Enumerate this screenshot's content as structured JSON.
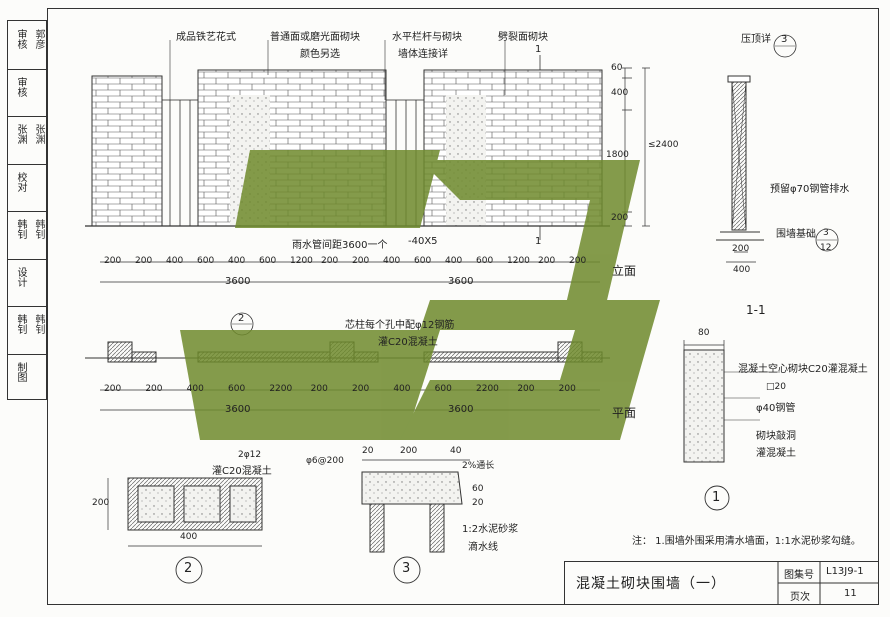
{
  "sidebar": {
    "cells": [
      {
        "label": "审核",
        "sign": "郭彦"
      },
      {
        "label": "审核",
        "sign": ""
      },
      {
        "label": "张渊",
        "sign": "张渊"
      },
      {
        "label": "校对",
        "sign": ""
      },
      {
        "label": "韩钊",
        "sign": "韩钊"
      },
      {
        "label": "设计",
        "sign": ""
      },
      {
        "label": "韩钊",
        "sign": "韩钊"
      },
      {
        "label": "制图",
        "sign": ""
      }
    ]
  },
  "elevation": {
    "callouts": {
      "iron_fence": "成品铁艺花式",
      "facing_block": "普通面或磨光面砌块",
      "color_note": "颜色另选",
      "railing_joint": "水平栏杆与砌块",
      "wall_joint": "墙体连接详",
      "split_block": "劈裂面砌块",
      "drain_pipe": "雨水管间距3600一个",
      "bar": "-40X5",
      "section_mark": "1"
    },
    "dims_top": [
      "200",
      "200",
      "400",
      "600",
      "400",
      "600",
      "1200",
      "200",
      "200",
      "400",
      "600",
      "400",
      "600",
      "1200",
      "200",
      "200"
    ],
    "dims_total": [
      "3600",
      "3600"
    ],
    "dims_vert": [
      "60",
      "400",
      "1800",
      "≤2400",
      "200"
    ],
    "label": "立面"
  },
  "plan": {
    "callouts": {
      "core_column": "芯柱每个孔中配φ12钢筋",
      "grout": "灌C20混凝土"
    },
    "dims": [
      "200",
      "200",
      "400",
      "600",
      "2200",
      "200",
      "200",
      "400",
      "600",
      "2200",
      "200",
      "200"
    ],
    "dims_total": [
      "3600",
      "3600"
    ],
    "label": "平面"
  },
  "section_1": {
    "top_note": "压顶详",
    "pipe_note": "预留φ70钢管排水",
    "foundation": "围墙基础",
    "dims": [
      "200",
      "400"
    ],
    "label": "1-1",
    "ref_top": "3",
    "ref_bot": "3",
    "ref_bot_sheet": "12"
  },
  "detail_1": {
    "dim": "80",
    "notes": [
      "混凝土空心砌块C20灌混凝土",
      "□20",
      "φ40钢管",
      "砌块敲洞",
      "灌混凝土"
    ],
    "number": "1"
  },
  "detail_2": {
    "rebar": "2φ12",
    "grout": "灌C20混凝土",
    "height": "200",
    "width": "400",
    "number": "2"
  },
  "detail_3": {
    "stirrup": "φ6@200",
    "dims": [
      "20",
      "200",
      "40"
    ],
    "long_bar": "2%通长",
    "vert": [
      "60",
      "20"
    ],
    "mortar": "1:2水泥砂浆",
    "drip": "滴水线",
    "number": "3"
  },
  "notes": "注：  1.围墙外围采用清水墙面，1:1水泥砂浆勾缝。",
  "title_block": {
    "title": "混凝土砌块围墙（一）",
    "atlas_label": "图集号",
    "atlas_no": "L13J9-1",
    "page_label": "页次",
    "page_no": "11"
  },
  "colors": {
    "watermark": "#6e8a2c",
    "line": "#333333",
    "hatch": "#888888"
  }
}
